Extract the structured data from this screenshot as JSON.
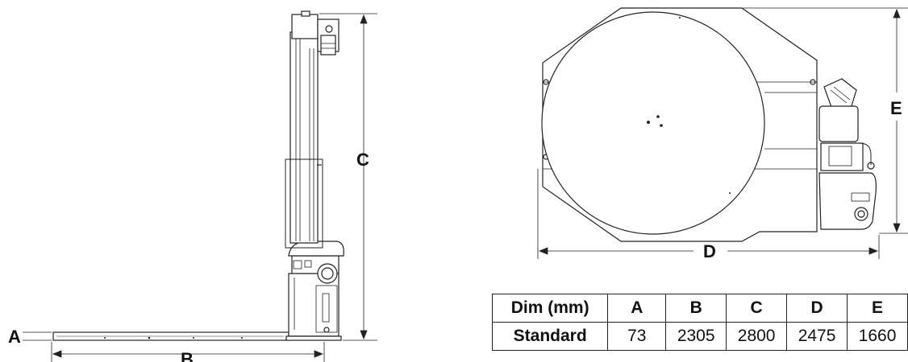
{
  "dimension_labels": {
    "a": "A",
    "b": "B",
    "c": "C",
    "d": "D",
    "e": "E"
  },
  "table": {
    "header": [
      "Dim (mm)",
      "A",
      "B",
      "C",
      "D",
      "E"
    ],
    "row": [
      "Standard",
      "73",
      "2305",
      "2800",
      "2475",
      "1660"
    ]
  }
}
